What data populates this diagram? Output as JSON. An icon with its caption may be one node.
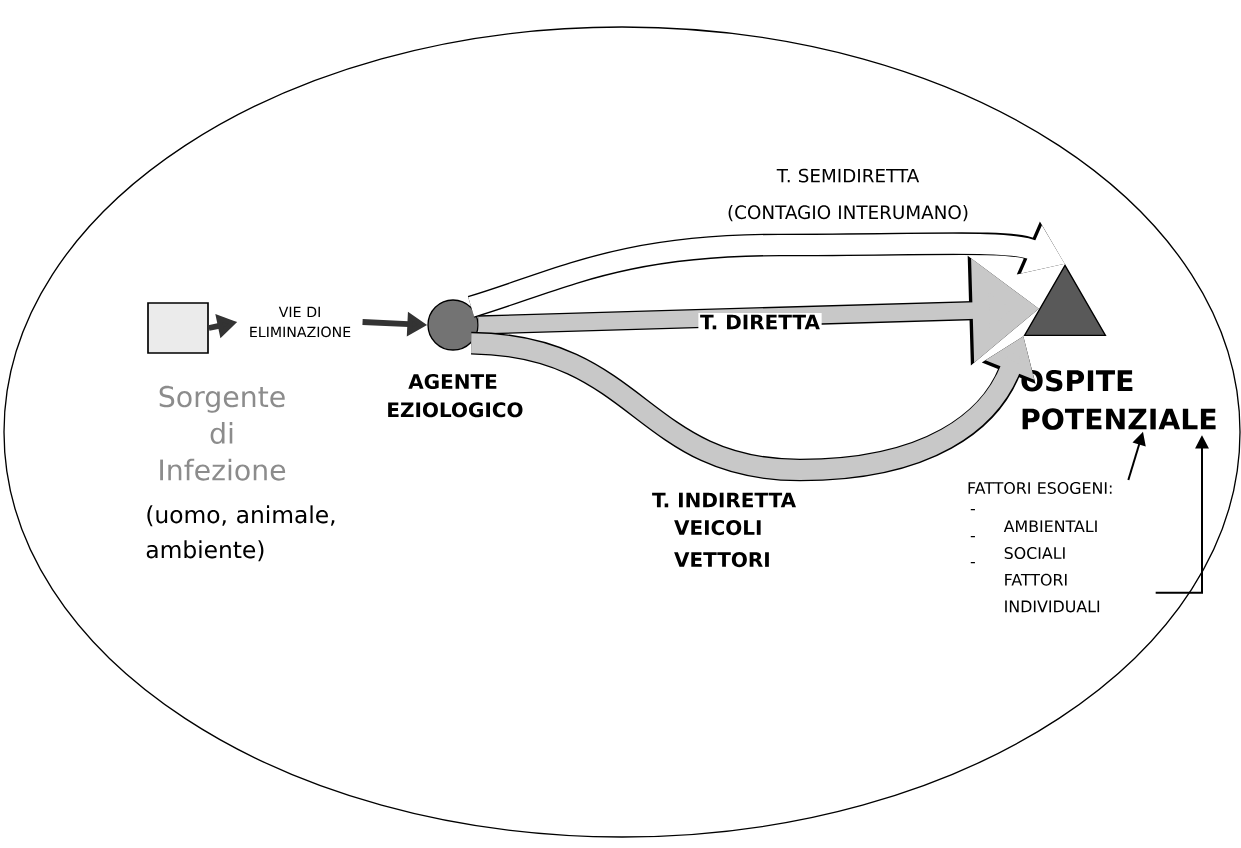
{
  "diagram": {
    "nodes": [
      {
        "text": [],
        "shape": "box",
        "beside": [
          "Sorgente di Infezione",
          "(uomo, animale, ambiente)"
        ]
      },
      {
        "text": [
          "VIE DI ELIMINAZIONE"
        ]
      },
      {
        "text": [],
        "shape": "circle",
        "beside": [
          "AGENTE EZIOLOGICO"
        ]
      },
      {
        "text": [],
        "shape": "triangle",
        "beside": [
          "OSPITE POTENZIALE"
        ]
      },
      {
        "text": [
          "FATTORI ESOGENI:",
          "AMBIENTALI",
          "SOCIALI",
          "FATTORI INDIVIDUALI"
        ]
      }
    ],
    "edges": [
      {
        "from": 0,
        "to": 1,
        "arrow": "to"
      },
      {
        "from": 1,
        "to": 2,
        "arrow": "to"
      },
      {
        "from": 2,
        "to": 3,
        "arrow": "to",
        "label": "T. DIRETTA",
        "style": "thick",
        "color": "#c8c8c8"
      },
      {
        "from": 2,
        "to": 3,
        "arrow": "to",
        "label": "T. SEMIDIRETTA (CONTAGIO INTERUMANO)",
        "style": "thick",
        "color": "#ffffff"
      },
      {
        "from": 2,
        "to": 3,
        "arrow": "to",
        "label": "T. INDIRETTA",
        "style": "thick",
        "color": "#c8c8c8"
      },
      {
        "from": 4,
        "to": 3,
        "arrow": "to"
      },
      {
        "from": 4,
        "to": 3,
        "arrow": "to"
      }
    ],
    "labels": [
      "VEICOLI",
      "VETTORI",
      "-",
      "-",
      "-"
    ]
  }
}
